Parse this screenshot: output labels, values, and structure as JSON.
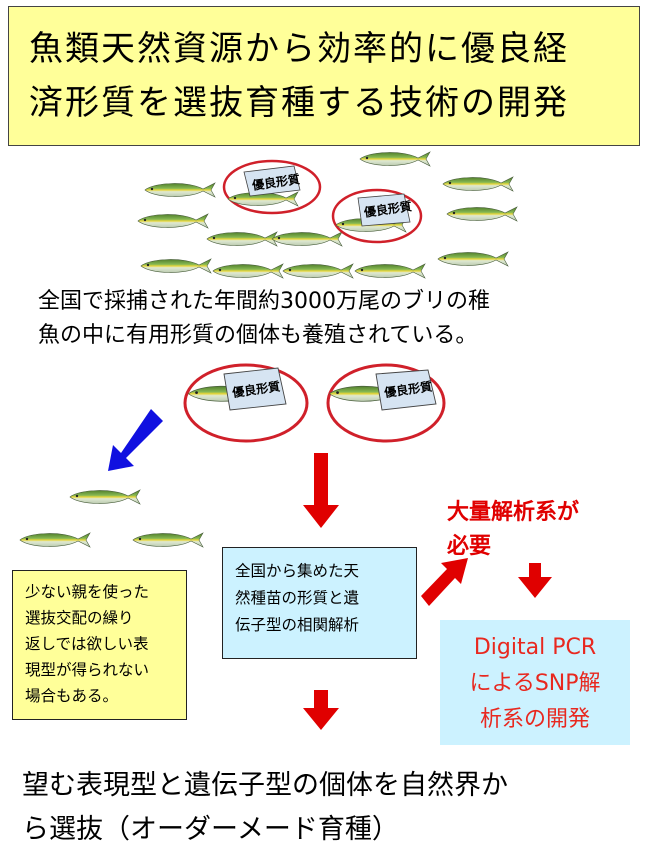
{
  "title": {
    "line1": "魚類天然資源から効率的に優良経",
    "line2": "済形質を選抜育種する技術の開発"
  },
  "tag_label": "優良形質",
  "wild_text": {
    "line1": "全国で採捕された年間約3000万尾のブリの稚",
    "line2": "魚の中に有用形質の個体も養殖されている。"
  },
  "yellow_box": {
    "line1": "少ない親を使った",
    "line2": "選抜交配の繰り",
    "line3": "返しでは欲しい表",
    "line4": "現型が得られない",
    "line5": "場合もある。"
  },
  "blue_box": {
    "line1": "全国から集めた天",
    "line2": "然種苗の形質と遺",
    "line3": "伝子型の相関解析"
  },
  "need_text": {
    "line1": "大量解析系が",
    "line2": "必要"
  },
  "pcr_box": {
    "line1": "Digital PCR",
    "line2": "によるSNP解",
    "line3": "析系の開発"
  },
  "bottom_text": {
    "line1": "望む表現型と遺伝子型の個体を自然界か",
    "line2": "ら選抜（オーダーメード育種）"
  },
  "colors": {
    "title_bg": "#ffff99",
    "info_bg": "#ccf2ff",
    "red_arrow": "#e00000",
    "blue_arrow": "#1010e0",
    "pcr_text": "#e8281f",
    "fish_back": "#6b9a3a",
    "fish_belly": "#d8e8c8"
  }
}
